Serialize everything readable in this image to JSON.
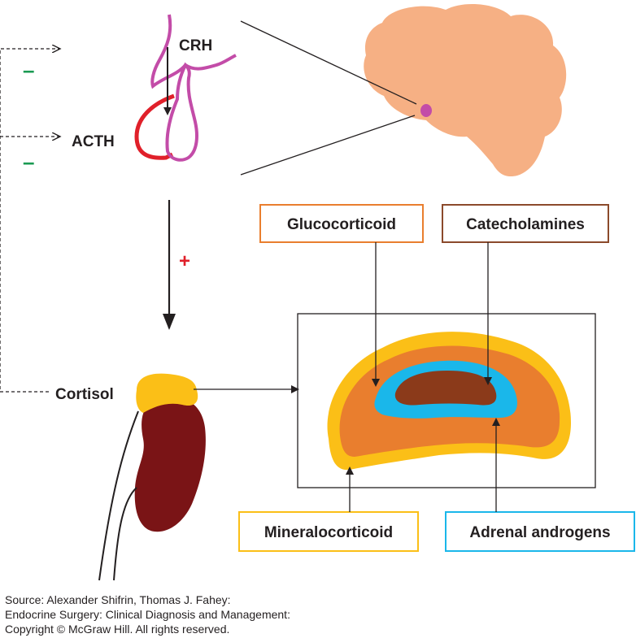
{
  "labels": {
    "crh": "CRH",
    "acth": "ACTH",
    "cortisol": "Cortisol"
  },
  "signs": {
    "minus_top": "–",
    "minus_bottom": "–",
    "plus": "+"
  },
  "boxes": {
    "glucocorticoid": "Glucocorticoid",
    "catecholamines": "Catecholamines",
    "mineralocorticoid": "Mineralocorticoid",
    "adrenal_androgens": "Adrenal androgens"
  },
  "colors": {
    "brain": "#f6b084",
    "hypothalamus": "#c34ca8",
    "pituitary_outline": "#c34ca8",
    "anterior_pituitary": "#e0202a",
    "kidney": "#7a1416",
    "adrenal_cap": "#fbbf17",
    "cortex_outer": "#fbbf17",
    "cortex_middle": "#e97e2e",
    "cortex_inner": "#1ab7ea",
    "medulla": "#8b3a1a",
    "minus_sign": "#1a9a52",
    "plus_sign": "#e0202a",
    "box_glucocorticoid": "#e97e2e",
    "box_catecholamines": "#8b4a2b",
    "box_mineralocorticoid": "#fbbf17",
    "box_adrenal_androgens": "#1ab7ea"
  },
  "source": {
    "line1": "Source: Alexander Shifrin, Thomas J. Fahey:",
    "line2": "Endocrine Surgery: Clinical Diagnosis and Management:",
    "line3": "Copyright © McGraw Hill. All rights reserved."
  }
}
